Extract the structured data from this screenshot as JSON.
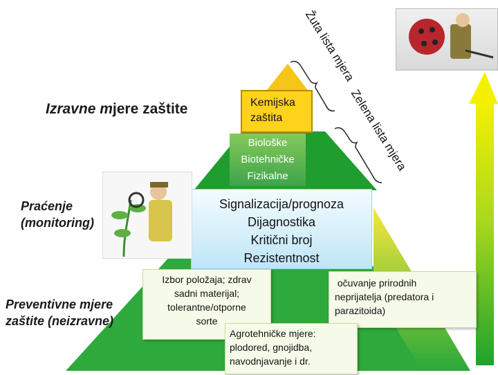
{
  "labels": {
    "izravne_prefix": "Izravne ",
    "izravne_m": "m",
    "izravne_rest": "jere zaštite",
    "pracenje_line1": "Praćenje",
    "pracenje_line2": "(monitoring)",
    "preventivne_line1": "Preventivne mjere",
    "preventivne_line2": "zaštite (neizravne)"
  },
  "pyramid": {
    "kemijska": [
      "Kemijska",
      "zaštita"
    ],
    "bioloske": [
      "Biološke",
      "Biotehničke",
      "Fizikalne"
    ],
    "monitoring": [
      "Signalizacija/prognoza",
      "Dijagnostika",
      "Kritični broj",
      "Rezistentnost"
    ],
    "preventive_left": [
      "Izbor položaja; zdrav",
      "sadni materijal;",
      "tolerantne/otporne",
      "sorte"
    ],
    "preventive_right": [
      " očuvanje prirodnih",
      "neprijatelja (predatora i",
      "parazitoida)"
    ],
    "agrotehnicke": [
      "Agrotehničke mjere:",
      "plodored, gnojidba,",
      "navodnjavanje i dr."
    ]
  },
  "lists": {
    "zuta": "Žuta lista mjera",
    "zelena": "Zelena lista mjera"
  },
  "colors": {
    "yellow": "#f7d21a",
    "green_dark": "#1f9d2e",
    "green_light": "#4cbf3c",
    "arrow_top": "#f4f000",
    "arrow_bottom": "#1fa22d"
  }
}
